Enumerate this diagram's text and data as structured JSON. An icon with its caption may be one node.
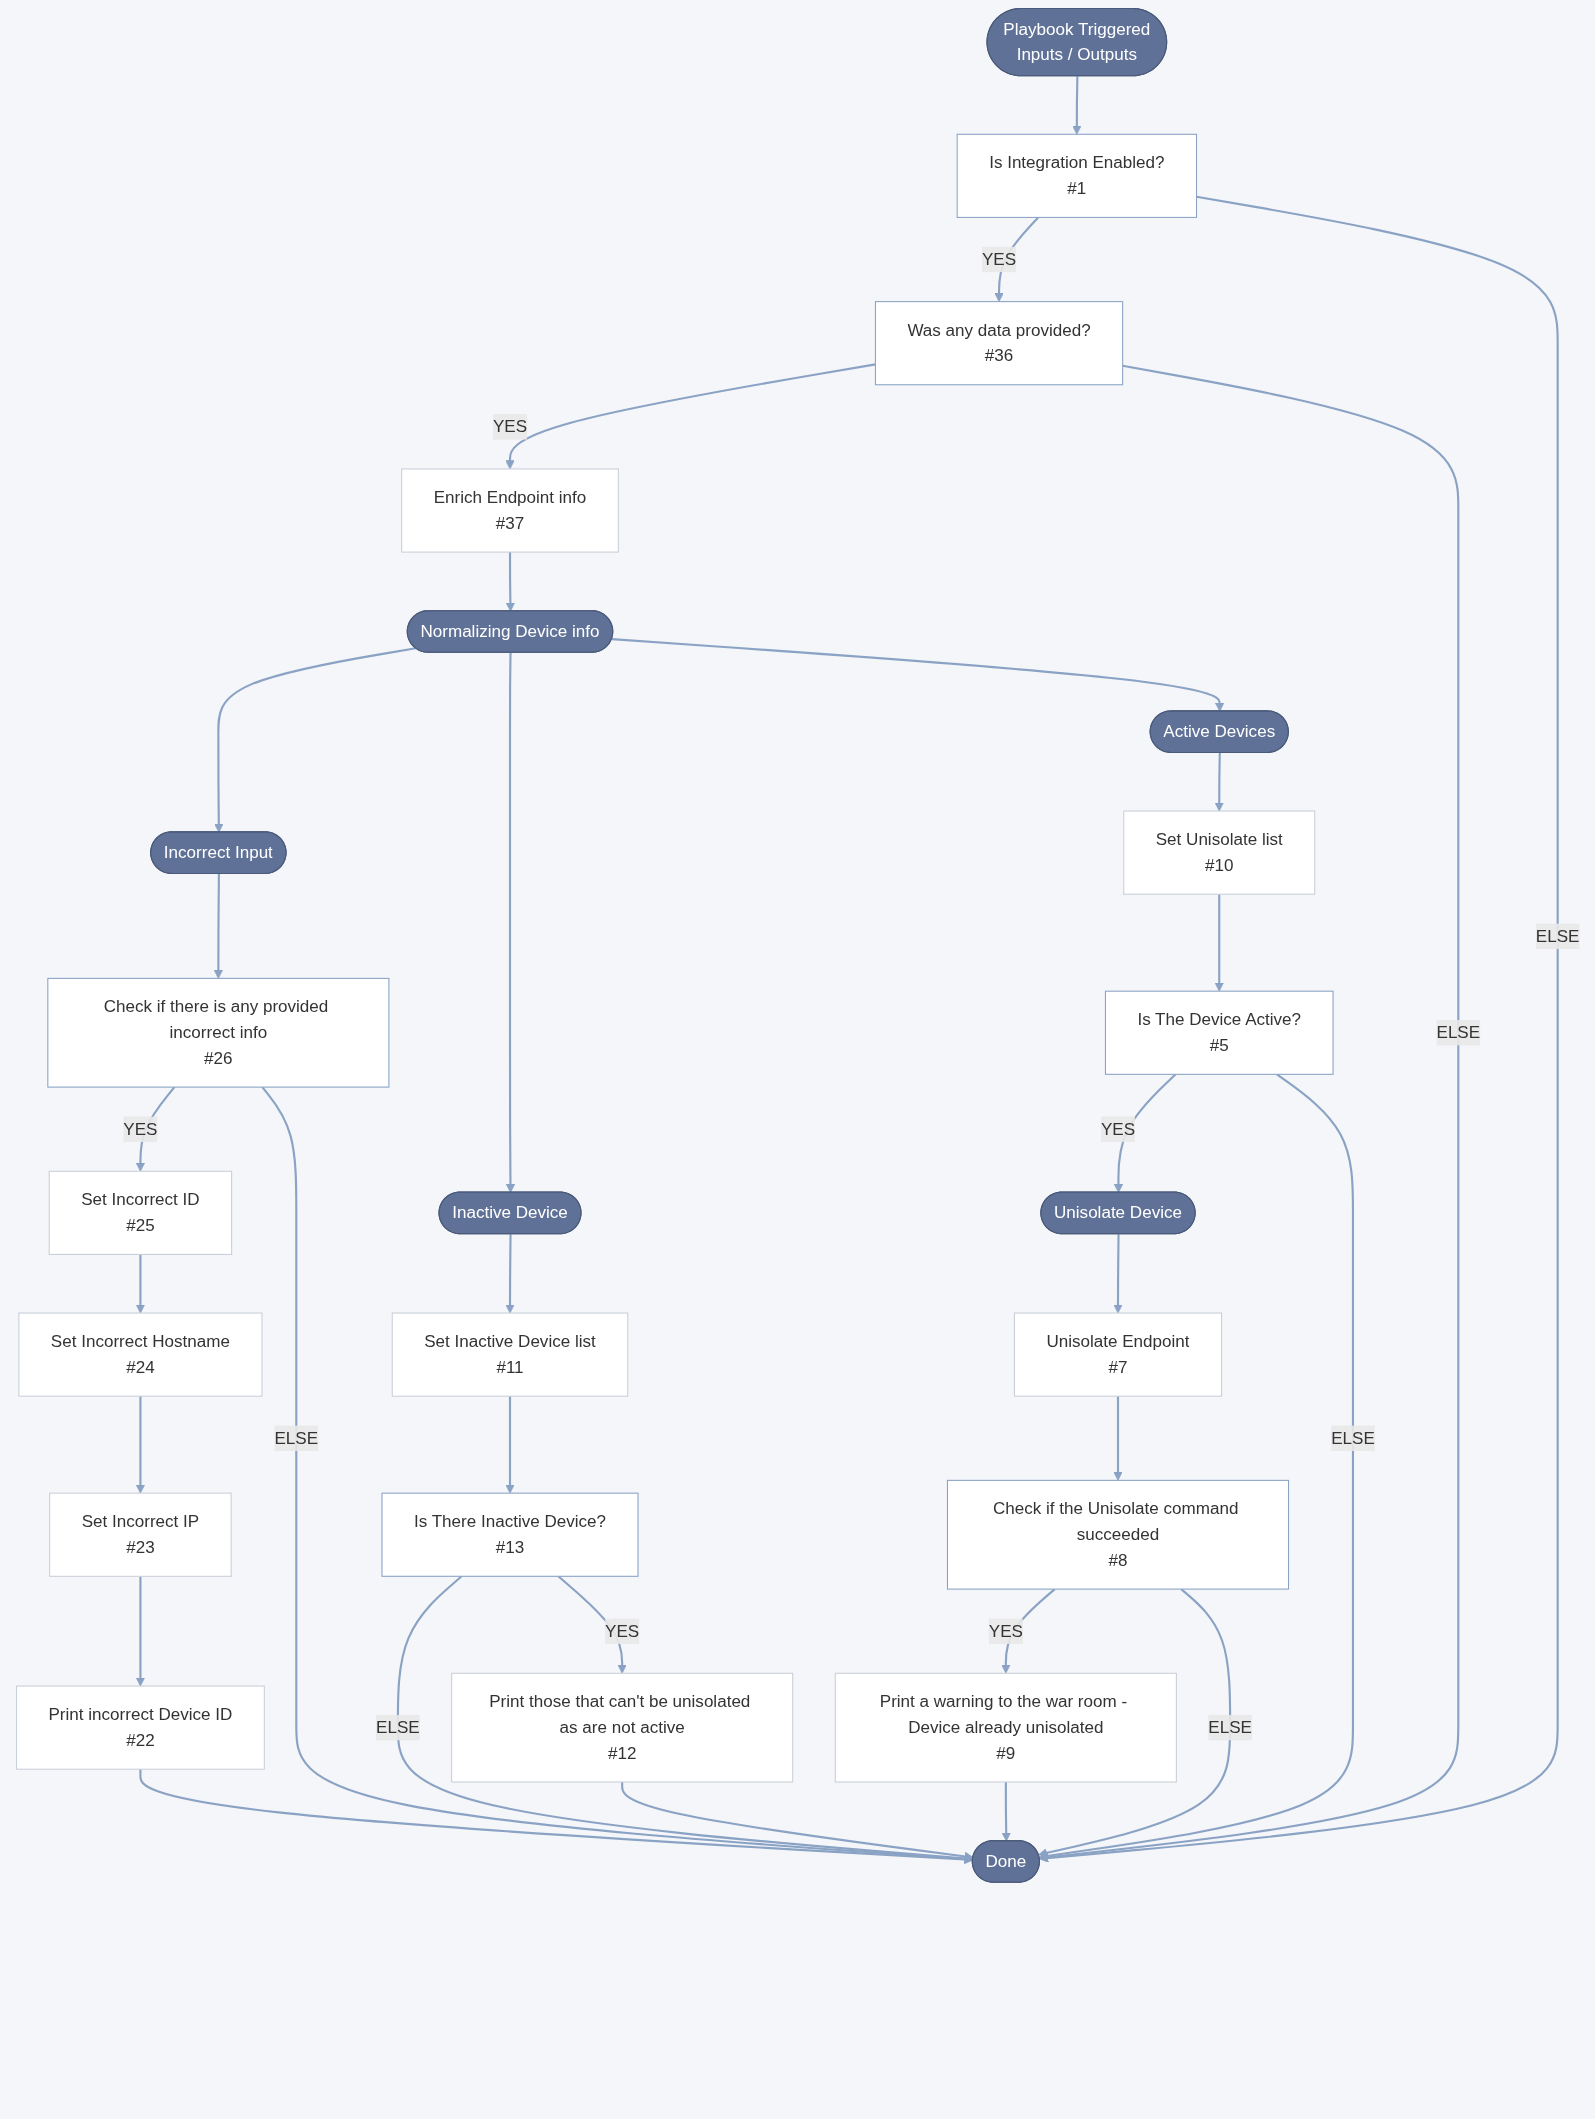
{
  "diagram": {
    "nodes": [
      {
        "text": [
          "Playbook Triggered",
          "Inputs / Outputs"
        ]
      },
      {
        "text": [
          "Is Integration Enabled?",
          "#1"
        ]
      },
      {
        "text": [
          "Was any data provided?",
          "#36"
        ]
      },
      {
        "text": [
          "Enrich Endpoint info",
          "#37"
        ]
      },
      {
        "text": [
          "Normalizing Device info"
        ]
      },
      {
        "text": [
          "Incorrect Input"
        ]
      },
      {
        "text": [
          "Inactive Device"
        ]
      },
      {
        "text": [
          "Active Devices"
        ]
      },
      {
        "text": [
          "Check if there is any provided incorrect info",
          "#26"
        ]
      },
      {
        "text": [
          "Set Inactive Device list",
          "#11"
        ]
      },
      {
        "text": [
          "Set Unisolate list",
          "#10"
        ]
      },
      {
        "text": [
          "Set Incorrect ID",
          "#25"
        ]
      },
      {
        "text": [
          "Is There Inactive Device?",
          "#13"
        ]
      },
      {
        "text": [
          "Is The Device Active?",
          "#5"
        ]
      },
      {
        "text": [
          "Unisolate Device"
        ]
      },
      {
        "text": [
          "Set Incorrect Hostname",
          "#24"
        ]
      },
      {
        "text": [
          "Unisolate Endpoint",
          "#7"
        ]
      },
      {
        "text": [
          "Set Incorrect IP",
          "#23"
        ]
      },
      {
        "text": [
          "Check if the Unisolate command succeeded",
          "#8"
        ]
      },
      {
        "text": [
          "Print incorrect Device ID",
          "#22"
        ]
      },
      {
        "text": [
          "Print those that can't be unisolated as are not active",
          "#12"
        ]
      },
      {
        "text": [
          "Print a warning to the war room - Device already unisolated",
          "#9"
        ]
      },
      {
        "text": [
          "Done"
        ]
      }
    ],
    "edges": [
      {
        "from": 0,
        "to": 1,
        "arrow": "to"
      },
      {
        "from": 1,
        "to": 2,
        "arrow": "to",
        "label": "YES"
      },
      {
        "from": 1,
        "to": 22,
        "arrow": "to",
        "label": "ELSE"
      },
      {
        "from": 2,
        "to": 3,
        "arrow": "to",
        "label": "YES"
      },
      {
        "from": 2,
        "to": 22,
        "arrow": "to",
        "label": "ELSE"
      },
      {
        "from": 3,
        "to": 4,
        "arrow": "to"
      },
      {
        "from": 4,
        "to": 5,
        "arrow": "to"
      },
      {
        "from": 4,
        "to": 6,
        "arrow": "to"
      },
      {
        "from": 4,
        "to": 7,
        "arrow": "to"
      },
      {
        "from": 5,
        "to": 8,
        "arrow": "to"
      },
      {
        "from": 6,
        "to": 9,
        "arrow": "to"
      },
      {
        "from": 7,
        "to": 10,
        "arrow": "to"
      },
      {
        "from": 8,
        "to": 11,
        "arrow": "to",
        "label": "YES"
      },
      {
        "from": 8,
        "to": 22,
        "arrow": "to",
        "label": "ELSE"
      },
      {
        "from": 9,
        "to": 12,
        "arrow": "to"
      },
      {
        "from": 10,
        "to": 13,
        "arrow": "to"
      },
      {
        "from": 11,
        "to": 15,
        "arrow": "to"
      },
      {
        "from": 12,
        "to": 22,
        "arrow": "to",
        "label": "ELSE"
      },
      {
        "from": 12,
        "to": 20,
        "arrow": "to",
        "label": "YES"
      },
      {
        "from": 13,
        "to": 14,
        "arrow": "to",
        "label": "YES"
      },
      {
        "from": 13,
        "to": 22,
        "arrow": "to",
        "label": "ELSE"
      },
      {
        "from": 14,
        "to": 16,
        "arrow": "to"
      },
      {
        "from": 15,
        "to": 17,
        "arrow": "to"
      },
      {
        "from": 16,
        "to": 18,
        "arrow": "to"
      },
      {
        "from": 17,
        "to": 19,
        "arrow": "to"
      },
      {
        "from": 18,
        "to": 21,
        "arrow": "to",
        "label": "YES"
      },
      {
        "from": 18,
        "to": 22,
        "arrow": "to",
        "label": "ELSE"
      },
      {
        "from": 19,
        "to": 22,
        "arrow": "to"
      },
      {
        "from": 20,
        "to": 22,
        "arrow": "to"
      },
      {
        "from": 21,
        "to": 22,
        "arrow": "to"
      }
    ]
  }
}
